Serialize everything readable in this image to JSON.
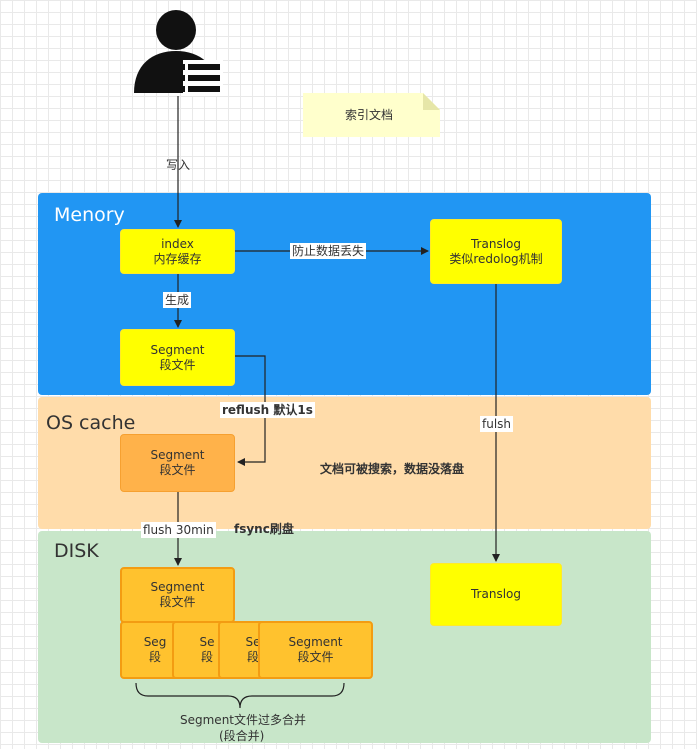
{
  "note": {
    "text": "索引文档"
  },
  "user_edge_label": "写入",
  "panels": {
    "memory": {
      "title": "Menory",
      "color": "#2196f3"
    },
    "os_cache": {
      "title": "OS cache",
      "color": "#ffdcaa"
    },
    "disk": {
      "title": "DISK",
      "color": "#c8e6c9"
    }
  },
  "nodes": {
    "index_buffer": {
      "line1": "index",
      "line2": "内存缓存"
    },
    "translog_mem": {
      "line1": "Translog",
      "line2": "类似redolog机制"
    },
    "segment_mem": {
      "line1": "Segment",
      "line2": "段文件"
    },
    "segment_os": {
      "line1": "Segment",
      "line2": "段文件"
    },
    "translog_disk": {
      "line1": "Translog"
    },
    "disk_segments": [
      {
        "line1": "Segment",
        "line2": "段文件"
      },
      {
        "line1": "Seg",
        "line2": "段"
      },
      {
        "line1": "Se",
        "line2": "段"
      },
      {
        "line1": "Se",
        "line2": "段"
      },
      {
        "line1": "Segment",
        "line2": "段文件"
      }
    ]
  },
  "edges": {
    "prevent_loss": "防止数据丢失",
    "generate": "生成",
    "reflush": "reflush 默认1s",
    "fulsh": "fulsh",
    "flush": "flush 30min"
  },
  "annotations": {
    "searchable": "文档可被搜索，数据没落盘",
    "fsync": "fsync刷盘",
    "merge_line1": "Segment文件过多合并",
    "merge_line2": "(段合并)"
  }
}
